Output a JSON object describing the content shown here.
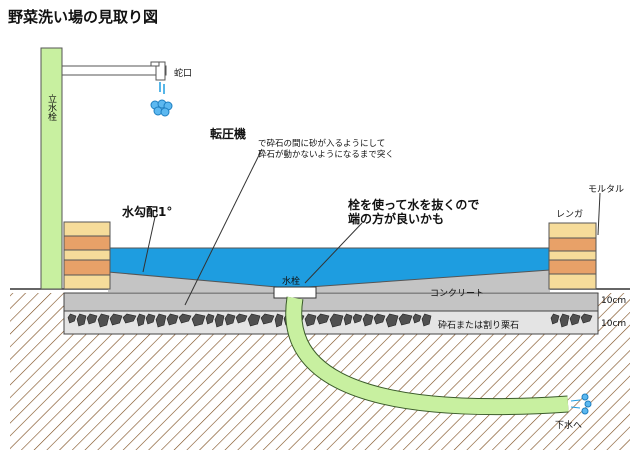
{
  "title": "野菜洗い場の見取り図",
  "labels": {
    "standpipe": "立水栓",
    "faucet": "蛇口",
    "roller": "転圧機",
    "roller_note_1": "で砕石の間に砂が入るようにして",
    "roller_note_2": "砕石が動かないようになるまで突く",
    "slope": "水勾配1°",
    "plug_note_1": "栓を使って水を抜くので",
    "plug_note_2": "端の方が良いかも",
    "mortar": "モルタル",
    "brick": "レンガ",
    "plug": "水栓",
    "concrete": "コンクリート",
    "concrete_thickness": "10cm",
    "gravel": "砕石または割り栗石",
    "gravel_thickness": "10cm",
    "drain": "下水へ"
  },
  "colors": {
    "water": "#1e9de0",
    "pipe": "#c8f0a0",
    "concrete": "#c4c4c4",
    "brick_light": "#f6dc9a",
    "brick_dark": "#e8a168",
    "gravel": "#505050"
  }
}
